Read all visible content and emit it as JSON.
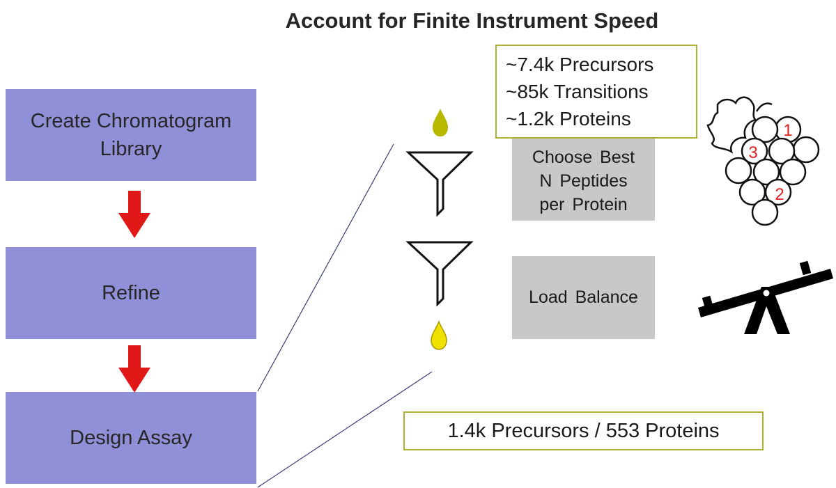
{
  "title": "Account for Finite Instrument Speed",
  "workflow_steps": [
    {
      "label": "Create Chromatogram\nLibrary"
    },
    {
      "label": "Refine"
    },
    {
      "label": "Design Assay"
    }
  ],
  "filter_steps": [
    {
      "label": "Choose Best\nN Peptides\nper Protein"
    },
    {
      "label": "Load Balance"
    }
  ],
  "input_stats": [
    "~7.4k Precursors",
    "~85k Transitions",
    "~1.2k Proteins"
  ],
  "result": "1.4k Precursors / 553 Proteins",
  "grape_labels": [
    "1",
    "3",
    "2"
  ],
  "icons": [
    "droplet-icon",
    "funnel-icon",
    "grape-cluster-icon",
    "seesaw-icon",
    "arrow-down-icon"
  ],
  "colors": {
    "step_fill": "#9090d8",
    "grey_fill": "#c8c8c8",
    "box_border": "#b0b030",
    "arrow": "#e01818",
    "drop_top": "#b8b800",
    "drop_bottom": "#f0e000",
    "grape_number": "#e02020",
    "connector": "#3a3a7a"
  }
}
